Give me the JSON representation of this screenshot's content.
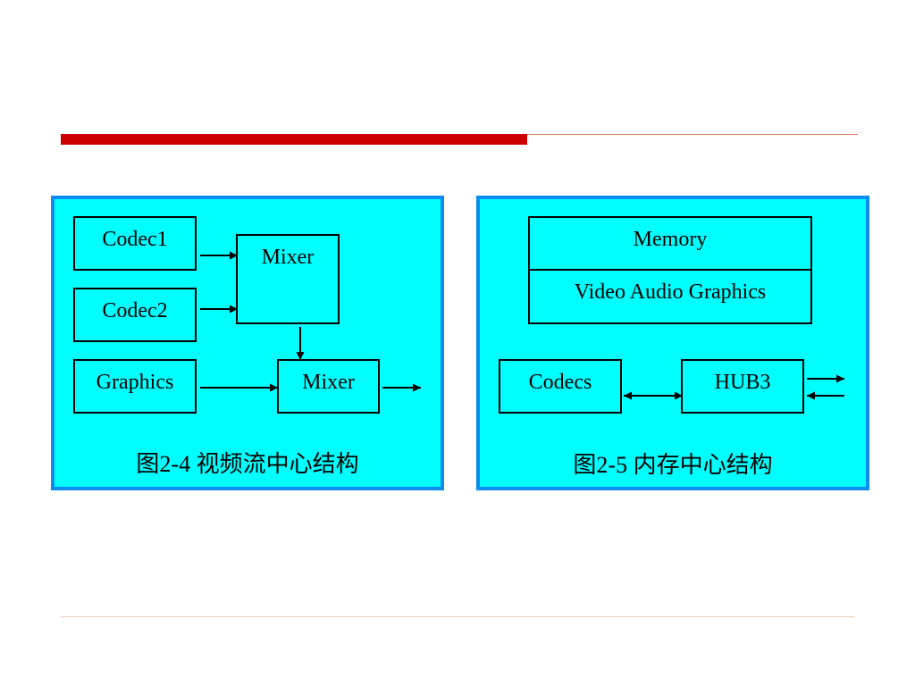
{
  "colors": {
    "panel_fill": "#00ffff",
    "panel_border": "#0a8cf0",
    "rule_thick": "#cc0000",
    "rule_thin": "#e07a6a"
  },
  "left_diagram": {
    "boxes": {
      "codec1": "Codec1",
      "codec2": "Codec2",
      "mixer_top": "Mixer",
      "graphics": "Graphics",
      "mixer_bottom": "Mixer"
    },
    "caption": "图2-4 视频流中心结构"
  },
  "right_diagram": {
    "boxes": {
      "memory": "Memory",
      "video_audio_graphics": "Video Audio Graphics",
      "codecs": "Codecs",
      "hub3": "HUB3"
    },
    "caption": "图2-5 内存中心结构"
  }
}
